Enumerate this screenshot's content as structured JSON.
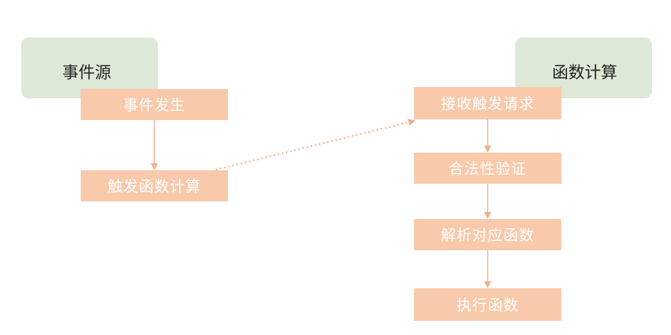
{
  "lanes": {
    "left_title": "事件源",
    "right_title": "函数计算"
  },
  "steps": {
    "event_occurs": "事件发生",
    "trigger_compute": "触发函数计算",
    "receive_request": "接收触发请求",
    "validate": "合法性验证",
    "resolve_function": "解析对应函数",
    "execute_function": "执行函数"
  },
  "colors": {
    "lane_fill": "#dde9d6",
    "step_fill": "#f8c9aa",
    "arrow": "#f3b08a"
  }
}
